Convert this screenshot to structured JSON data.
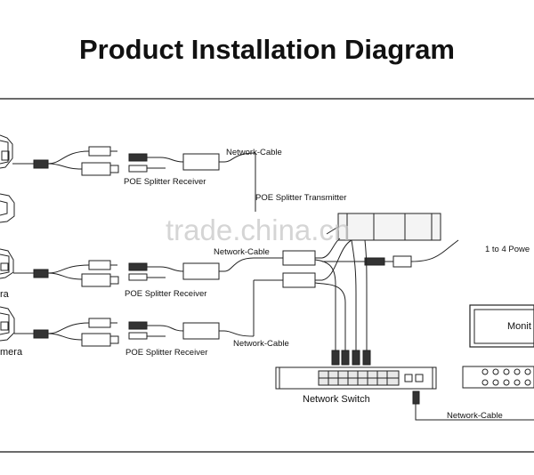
{
  "title": "Product Installation Diagram",
  "labels": {
    "network_cable_1": "Network-Cable",
    "receiver_1": "POE Splitter Receiver",
    "transmitter": "POE Splitter Transmitter",
    "network_cable_2": "Network-Cable",
    "receiver_2": "POE Splitter Receiver",
    "network_cable_3": "Network-Cable",
    "receiver_3": "POE Splitter Receiver",
    "network_switch": "Network Switch",
    "network_cable_4": "Network-Cable",
    "power_supply": "1 to 4 Powe",
    "monitor": "Monit",
    "camera_2": "ra",
    "camera_3": "mera"
  },
  "watermark": "trade.china.cn"
}
